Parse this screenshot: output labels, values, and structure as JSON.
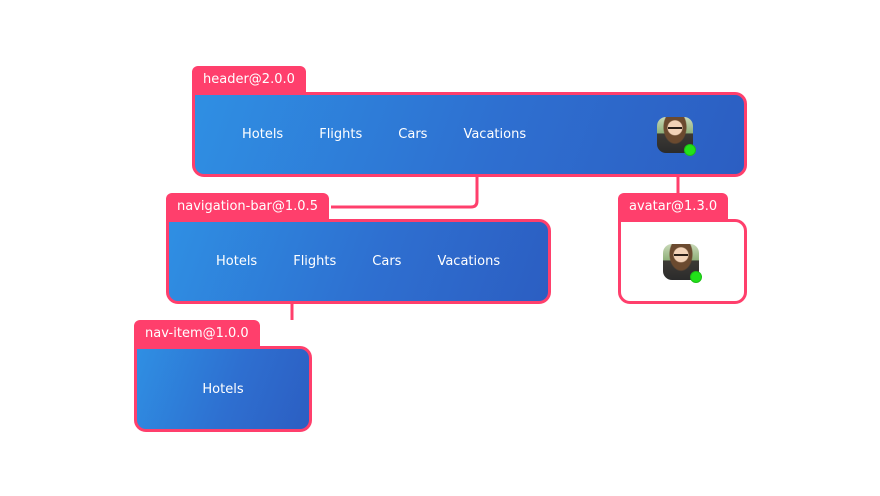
{
  "colors": {
    "accent": "#ff3f6c",
    "card_gradient_start": "#2f8fe3",
    "card_gradient_end": "#2c5ec2",
    "status_online": "#22e21a"
  },
  "components": {
    "header": {
      "tag": "header@2.0.0",
      "nav": [
        "Hotels",
        "Flights",
        "Cars",
        "Vacations"
      ],
      "avatar_icon": "user-photo-icon",
      "status_icon": "online-status-icon"
    },
    "navigation_bar": {
      "tag": "navigation-bar@1.0.5",
      "nav": [
        "Hotels",
        "Flights",
        "Cars",
        "Vacations"
      ]
    },
    "avatar": {
      "tag": "avatar@1.3.0",
      "avatar_icon": "user-photo-icon",
      "status_icon": "online-status-icon"
    },
    "nav_item": {
      "tag": "nav-item@1.0.0",
      "label": "Hotels"
    }
  }
}
